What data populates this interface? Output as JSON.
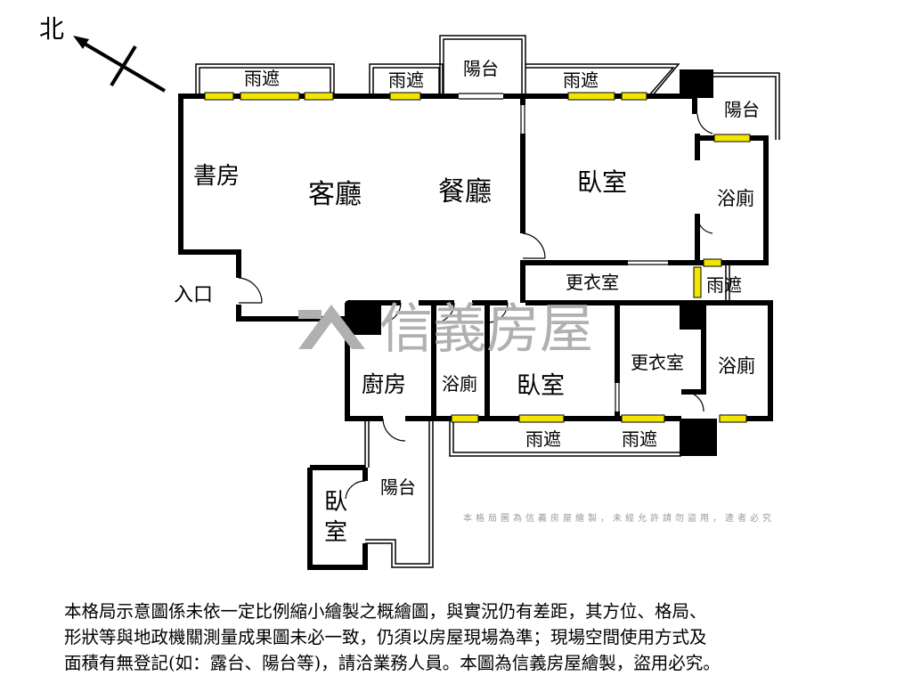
{
  "compass": {
    "label": "北"
  },
  "rooms": {
    "study": "書房",
    "living": "客廳",
    "dining": "餐廳",
    "bedroom_master": "臥室",
    "bath_master": "浴廁",
    "balcony_top": "陽台",
    "balcony_right": "陽台",
    "closet_upper": "更衣室",
    "awning_right": "雨遮",
    "entrance": "入口",
    "kitchen": "廚房",
    "bath_middle": "浴廁",
    "bedroom_lower": "臥室",
    "closet_lower": "更衣室",
    "bath_lower": "浴廁",
    "awning_top_1": "雨遮",
    "awning_top_2": "雨遮",
    "awning_top_3": "雨遮",
    "awning_bottom_1": "雨遮",
    "awning_bottom_2": "雨遮",
    "balcony_bottom": "陽台",
    "bedroom_small_1": "臥",
    "bedroom_small_2": "室"
  },
  "watermark": {
    "brand": "信義房屋",
    "notice": "本格局圖為信義房屋繪製，未經允許請勿盜用，違者必究"
  },
  "colors": {
    "wall": "#000000",
    "window": "#f2e600",
    "watermark": "#9a9a9a"
  },
  "disclaimer": [
    "本格局示意圖係未依一定比例縮小繪製之概繪圖，與實況仍有差距，其方位、格局、",
    "形狀等與地政機關測量成果圖未必一致，仍須以房屋現場為準；現場空間使用方式及",
    "面積有無登記(如：露台、陽台等)，請洽業務人員。本圖為信義房屋繪製，盜用必究。"
  ]
}
